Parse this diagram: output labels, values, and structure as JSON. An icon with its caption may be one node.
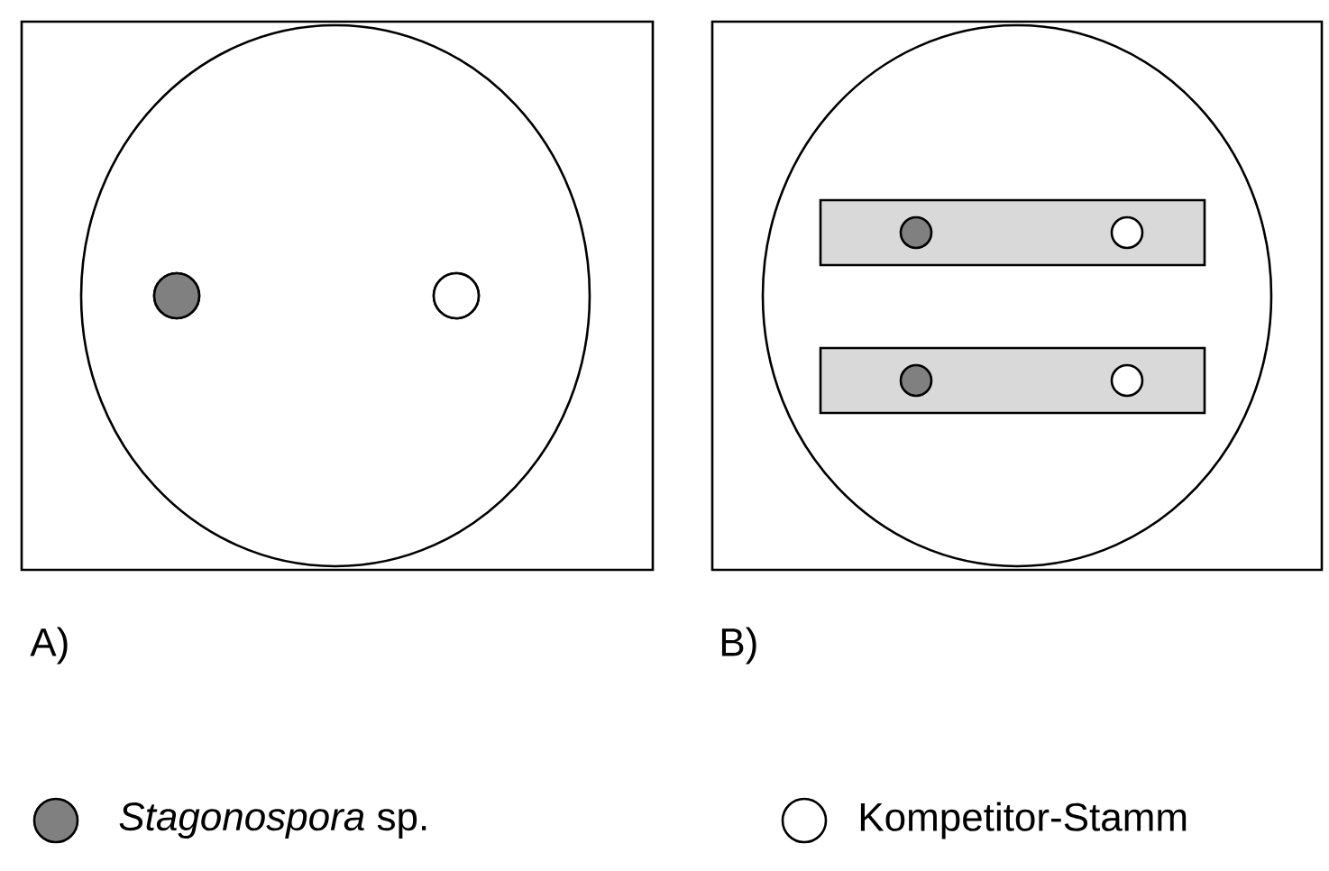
{
  "diagram": {
    "labels": [
      "A)",
      "B)"
    ],
    "legend": [
      {
        "text": "*Stagonospora* sp.",
        "color": "#808080"
      },
      {
        "text": "Kompetitor-Stamm"
      }
    ]
  }
}
